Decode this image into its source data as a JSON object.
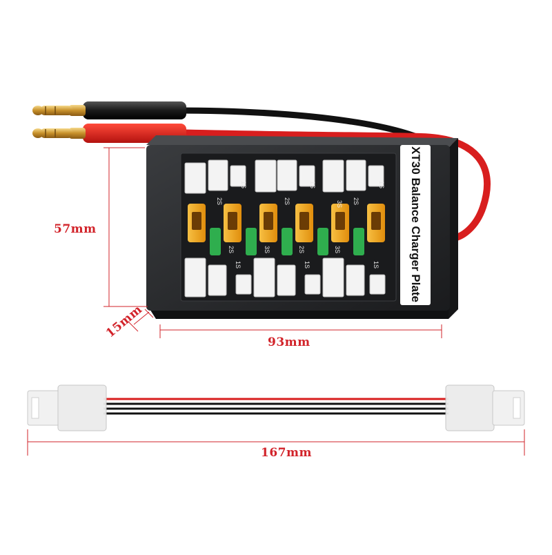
{
  "colors": {
    "dimension": "#d2232a",
    "plate_body": "#2a2c2e",
    "plate_face": "#1c1d1f",
    "connector_yellow": "#f2a81c",
    "fuse_green": "#2fae4e",
    "wire_red": "#d81e1e",
    "wire_black": "#111111",
    "plug_gold": "#d4a23a",
    "jst_white": "#eeeeee"
  },
  "product": {
    "title": "XT30 Balance Charger Plate",
    "port_labels": [
      "1S",
      "2S",
      "1S",
      "2S",
      "3S",
      "2S",
      "1S",
      "1S",
      "2S",
      "3S",
      "1S",
      "2S",
      "1S",
      "3S"
    ]
  },
  "dimensions": {
    "height": "57mm",
    "depth": "15mm",
    "width": "93mm",
    "cable_length": "167mm"
  }
}
